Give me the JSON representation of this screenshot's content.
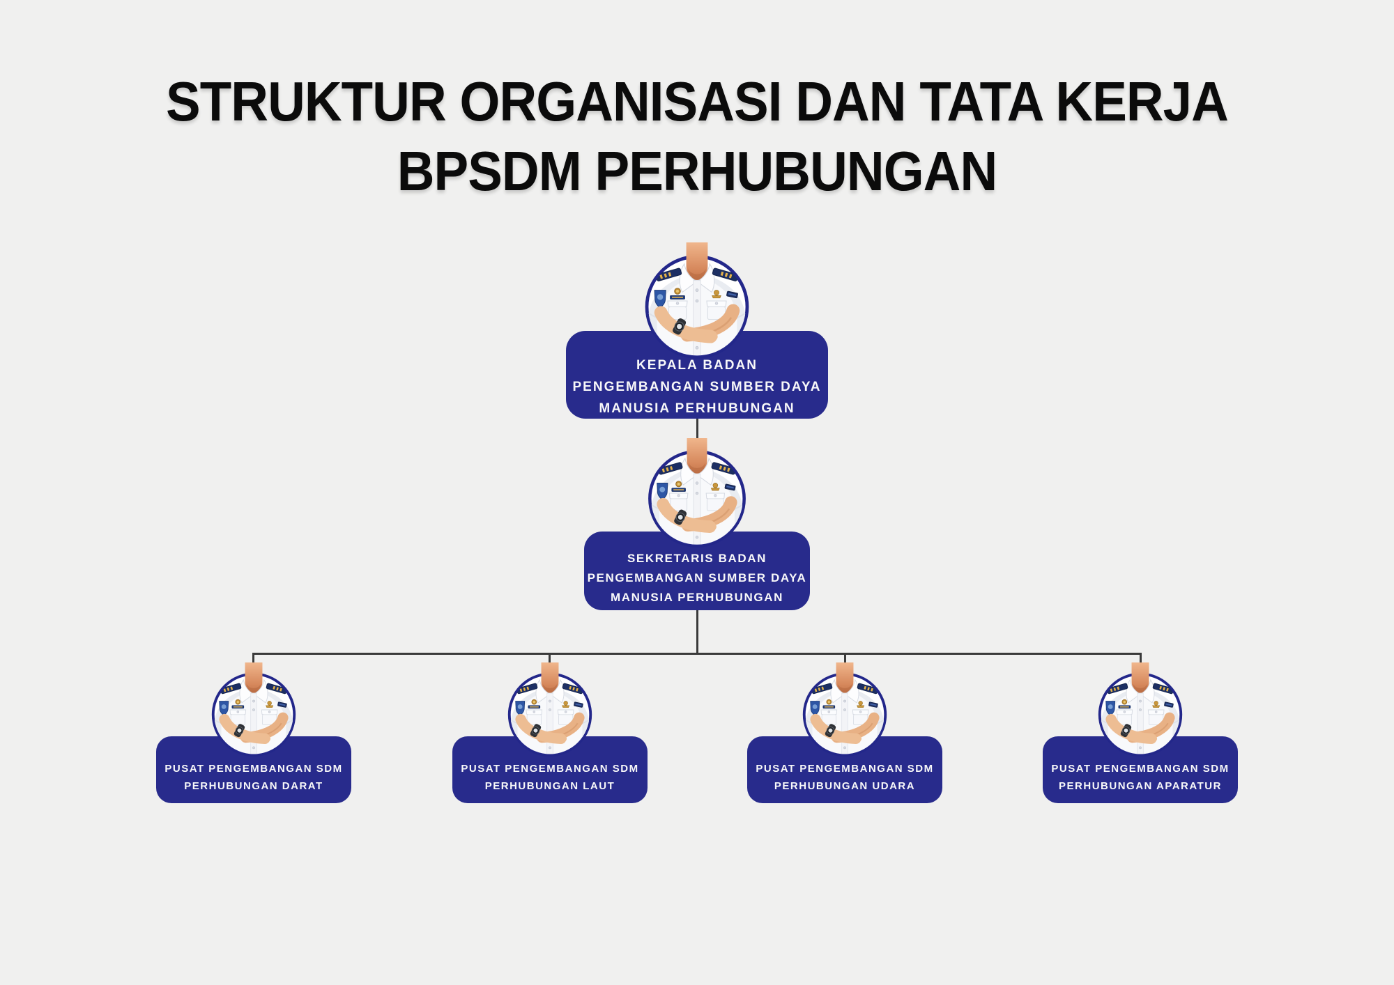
{
  "page": {
    "title_line1": "STRUKTUR ORGANISASI DAN TATA KERJA",
    "title_line2": "BPSDM PERHUBUNGAN"
  },
  "colors": {
    "background": "#f0f0ef",
    "box": "#282b8c",
    "box-text": "#f8f8f9",
    "line": "#3a3a3a",
    "ring": "#23278a",
    "title": "#0b0b0b"
  },
  "icons": {
    "avatar": "uniformed-officer-avatar"
  },
  "nodes": {
    "kepala": {
      "lines": [
        "KEPALA BADAN",
        "PENGEMBANGAN SUMBER DAYA",
        "MANUSIA PERHUBUNGAN"
      ]
    },
    "sekretaris": {
      "lines": [
        "SEKRETARIS BADAN",
        "PENGEMBANGAN SUMBER DAYA",
        "MANUSIA PERHUBUNGAN"
      ]
    },
    "pusat": [
      {
        "lines": [
          "PUSAT PENGEMBANGAN SDM",
          "PERHUBUNGAN DARAT"
        ]
      },
      {
        "lines": [
          "PUSAT PENGEMBANGAN SDM",
          "PERHUBUNGAN LAUT"
        ]
      },
      {
        "lines": [
          "PUSAT PENGEMBANGAN SDM",
          "PERHUBUNGAN UDARA"
        ]
      },
      {
        "lines": [
          "PUSAT PENGEMBANGAN SDM",
          "PERHUBUNGAN APARATUR"
        ]
      }
    ]
  }
}
